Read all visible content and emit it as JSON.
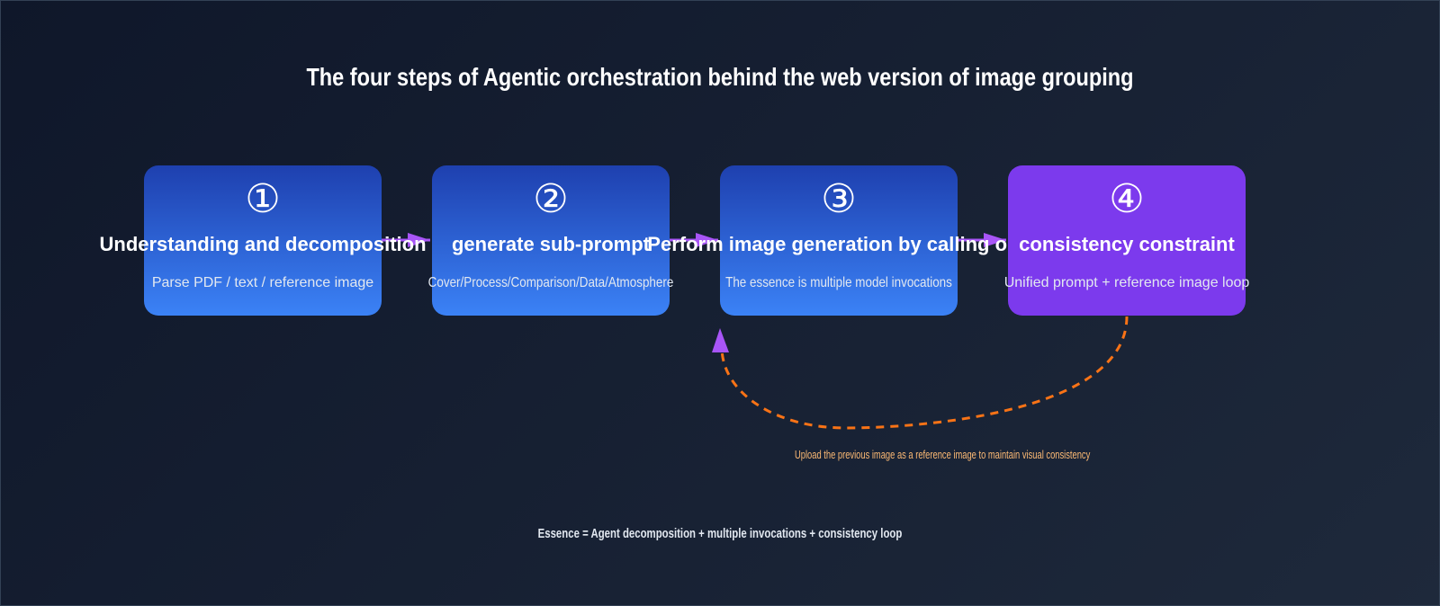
{
  "title": "The four steps of Agentic orchestration behind the web version of image grouping",
  "steps": [
    {
      "number": "①",
      "title": "Understanding and decomposition",
      "description": "Parse PDF / text / reference image"
    },
    {
      "number": "②",
      "title": "generate sub-prompt",
      "description": "Cover/Process/Comparison/Data/Atmosphere"
    },
    {
      "number": "③",
      "title": "Perform image generation by calling one",
      "description": "The essence is multiple model invocations"
    },
    {
      "number": "④",
      "title": "consistency constraint",
      "description": "Unified prompt + reference image loop"
    }
  ],
  "loop_label": "Upload the previous image as a reference image to maintain visual consistency",
  "footer": "Essence = Agent decomposition + multiple invocations + consistency loop",
  "colors": {
    "background_start": "#0f172a",
    "background_end": "#1e293b",
    "step_blue_top": "#1e40af",
    "step_blue_bottom": "#3b82f6",
    "step_purple": "#7c3aed",
    "arrow_purple": "#a855f7",
    "loop_orange": "#f97316",
    "loop_label": "#fdba74"
  }
}
